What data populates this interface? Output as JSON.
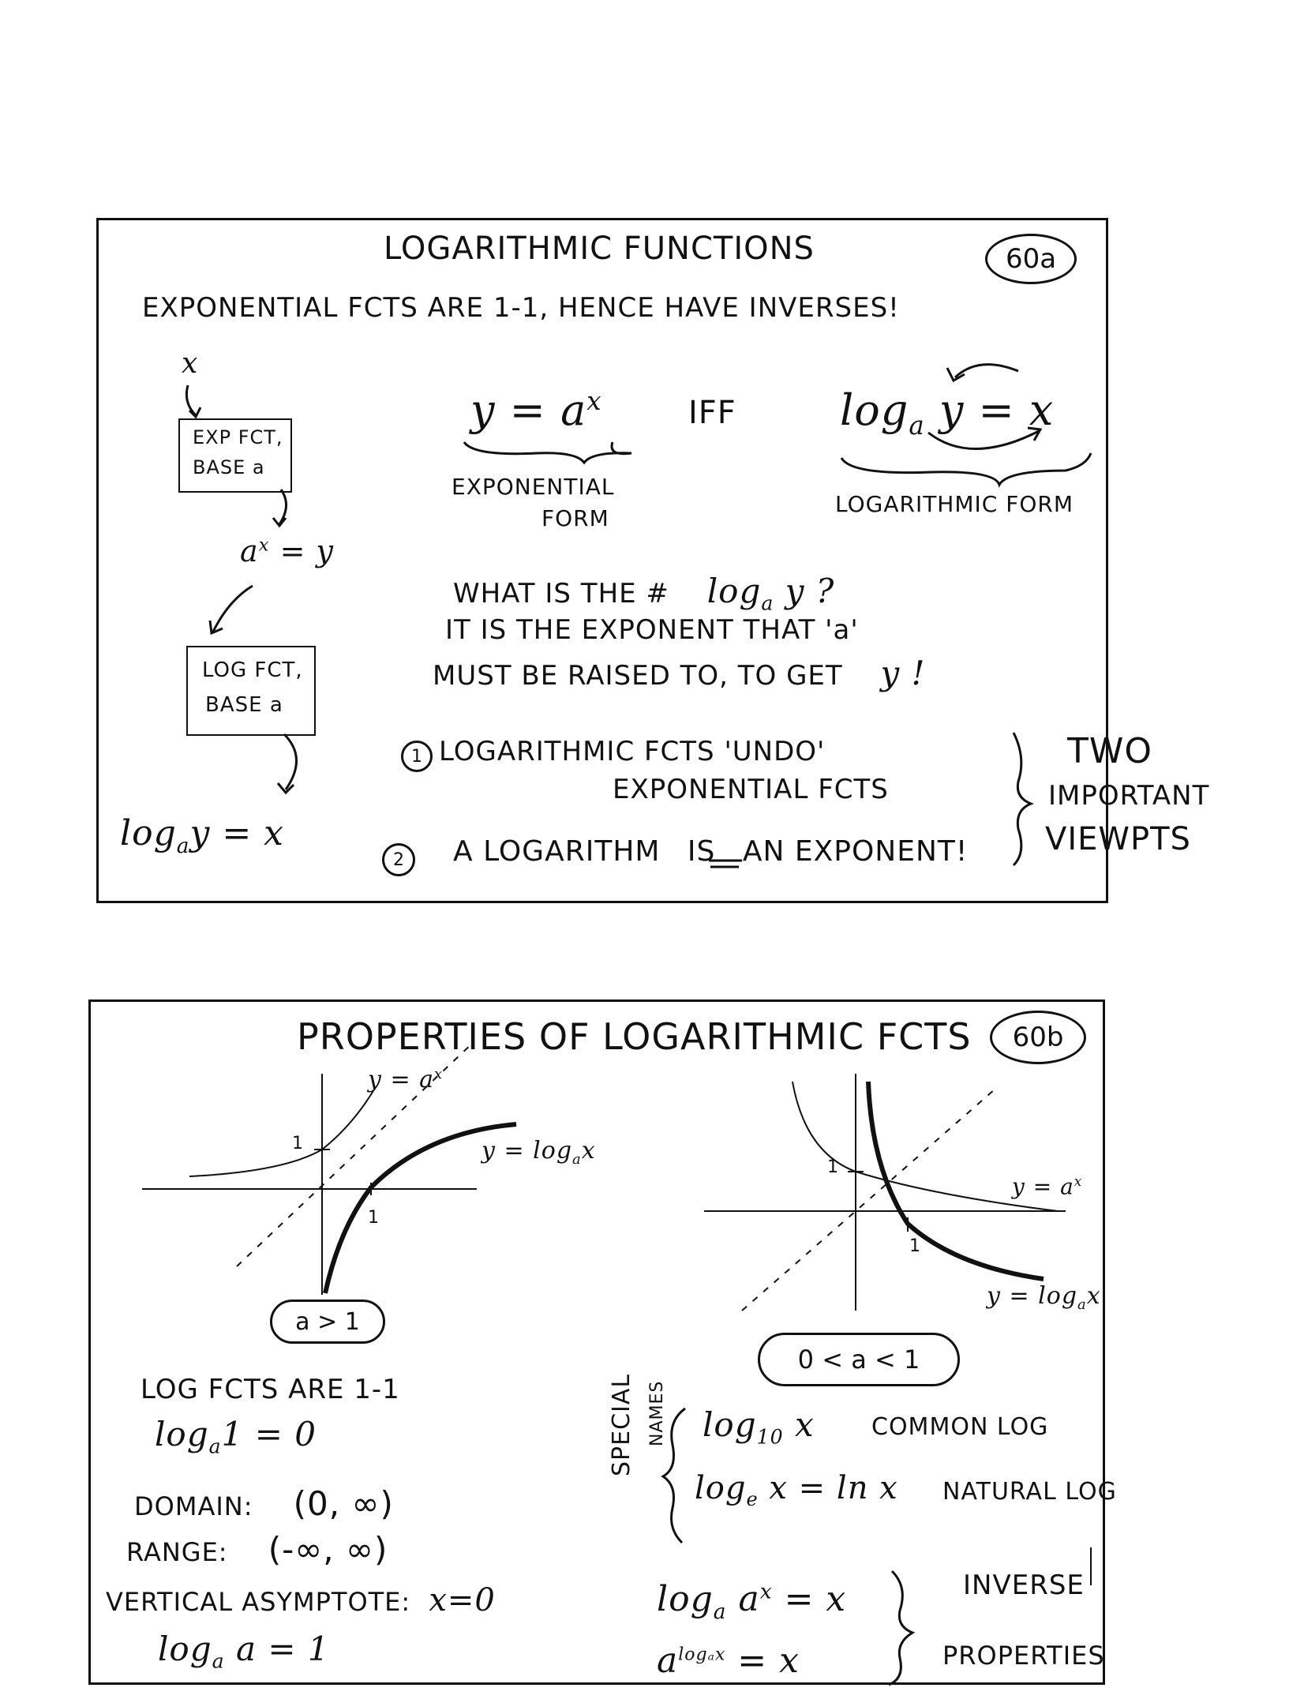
{
  "panel_a": {
    "title": "LOGARITHMIC FUNCTIONS",
    "page_badge": "60a",
    "intro": "EXPONENTIAL FCTS ARE 1-1, HENCE HAVE INVERSES!",
    "flow_x": "x",
    "exp_box_line1": "EXP FCT,",
    "exp_box_line2": "BASE a",
    "flow_mid": "a",
    "flow_mid_sup": "x",
    "flow_mid_rest": " = y",
    "log_box_line1": "LOG FCT,",
    "log_box_line2": "BASE a",
    "flow_bottom_log": "log",
    "flow_bottom_base": "a",
    "flow_bottom_rest": "y = x",
    "eq_exp": "y = a",
    "eq_exp_sup": "x",
    "iff": "IFF",
    "eq_log": "log",
    "eq_log_base": "a",
    "eq_log_rest": " y = x",
    "label_exp_line1": "EXPONENTIAL",
    "label_exp_line2": "FORM",
    "label_log": "LOGARITHMIC FORM",
    "q_line1_a": "WHAT IS THE #",
    "q_line1_log": "log",
    "q_line1_base": "a",
    "q_line1_rest": " y ?",
    "q_line2": "IT IS THE EXPONENT THAT 'a'",
    "q_line3": "MUST BE RAISED TO, TO GET",
    "q_line3_y": "y !",
    "point1_num": "1",
    "point1_line1": "LOGARITHMIC FCTS 'UNDO'",
    "point1_line2": "EXPONENTIAL FCTS",
    "point2_num": "2",
    "point2_a": "A LOGARITHM",
    "point2_is": "IS",
    "point2_b": "AN EXPONENT!",
    "side_line1": "TWO",
    "side_line2": "IMPORTANT",
    "side_line3": "VIEWPTS"
  },
  "panel_b": {
    "title": "PROPERTIES OF LOGARITHMIC FCTS",
    "page_badge": "60b",
    "graph1_exp_label": "y = a",
    "graph1_exp_sup": "x",
    "graph1_log_label": "y = log",
    "graph1_log_base": "a",
    "graph1_log_x": "x",
    "graph1_one_y": "1",
    "graph1_one_x": "1",
    "graph1_condition": "a > 1",
    "graph2_exp_label": "y = a",
    "graph2_exp_sup": "x",
    "graph2_log_label": "y = log",
    "graph2_log_base": "a",
    "graph2_log_x": "x",
    "graph2_one_y": "1",
    "graph2_one_x": "1",
    "graph2_condition": "0 < a < 1",
    "prop1": "LOG FCTS ARE 1-1",
    "prop2_log": "log",
    "prop2_base": "a",
    "prop2_rest": "1 = 0",
    "domain_label": "DOMAIN:",
    "domain_value": "(0, ∞)",
    "range_label": "RANGE:",
    "range_value": "(-∞, ∞)",
    "asymptote_label": "VERTICAL ASYMPTOTE:",
    "asymptote_value": "x=0",
    "prop6_log": "log",
    "prop6_base": "a",
    "prop6_rest": " a = 1",
    "special_word1": "SPECIAL",
    "special_word2": "NAMES",
    "common_log_expr": "log",
    "common_log_base": "10",
    "common_log_x": " x",
    "common_log_name": "COMMON LOG",
    "natural_log_expr": "log",
    "natural_log_base": "e",
    "natural_log_rest": " x = ln x",
    "natural_log_name": "NATURAL LOG",
    "inv1_log": "log",
    "inv1_base": "a",
    "inv1_a": " a",
    "inv1_sup": "x",
    "inv1_rest": " = x",
    "inv2_a": "a",
    "inv2_sup": "logₐx",
    "inv2_rest": " = x",
    "inverse_line1": "INVERSE",
    "inverse_line2": "PROPERTIES"
  }
}
